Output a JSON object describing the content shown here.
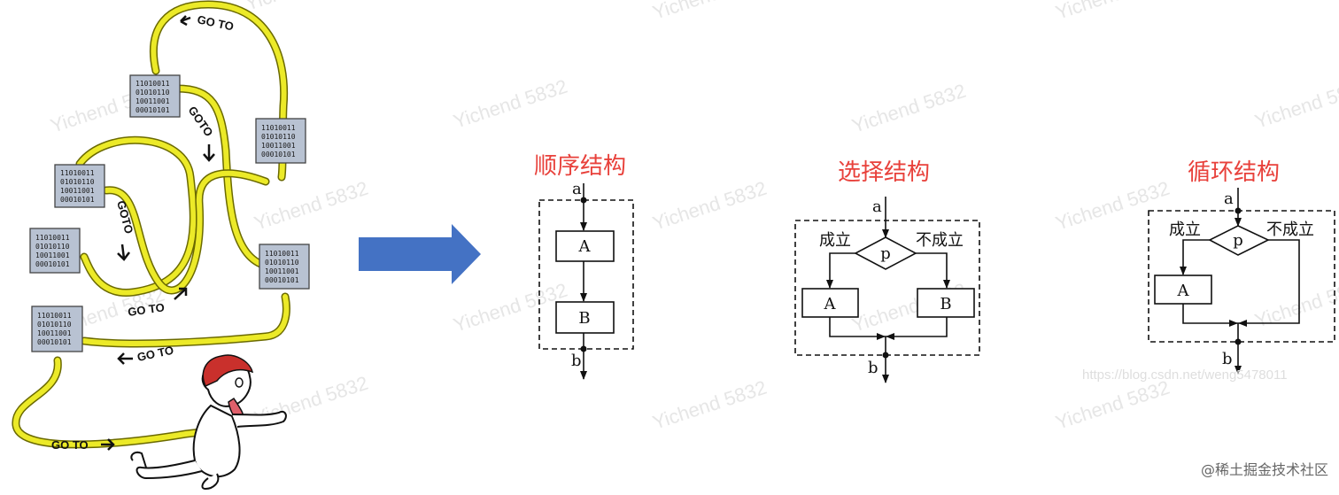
{
  "watermarks": [
    "Yichend 5832"
  ],
  "spaghetti": {
    "goto_labels": [
      "GO TO",
      "GOTO",
      "GOTO",
      "GO TO",
      "GO TO",
      "GO TO"
    ],
    "chips": [
      [
        "11010011",
        "01010110",
        "10011001",
        "00010101"
      ],
      [
        "11010011",
        "01010110",
        "10011001",
        "00010101"
      ],
      [
        "11010011",
        "01010110",
        "10011001",
        "00010101"
      ],
      [
        "11010011",
        "01010110",
        "10011001",
        "00010101"
      ],
      [
        "11010011",
        "01010110",
        "10011001",
        "00010101"
      ],
      [
        "11010011",
        "01010110",
        "10011001",
        "00010101"
      ]
    ]
  },
  "arrow_color": "#4472c4",
  "rope_color": "#ecea28",
  "title_color": "#e8413b",
  "sequence": {
    "title": "顺序结构",
    "entry": "a",
    "exit": "b",
    "block1": "A",
    "block2": "B"
  },
  "selection": {
    "title": "选择结构",
    "entry": "a",
    "exit": "b",
    "condition": "p",
    "yes": "成立",
    "no": "不成立",
    "block_yes": "A",
    "block_no": "B"
  },
  "loop": {
    "title": "循环结构",
    "entry": "a",
    "exit": "b",
    "condition": "p",
    "yes": "成立",
    "no": "不成立",
    "body": "A"
  },
  "url_watermark": "https://blog.csdn.net/weng5478011",
  "credit": "@稀土掘金技术社区"
}
